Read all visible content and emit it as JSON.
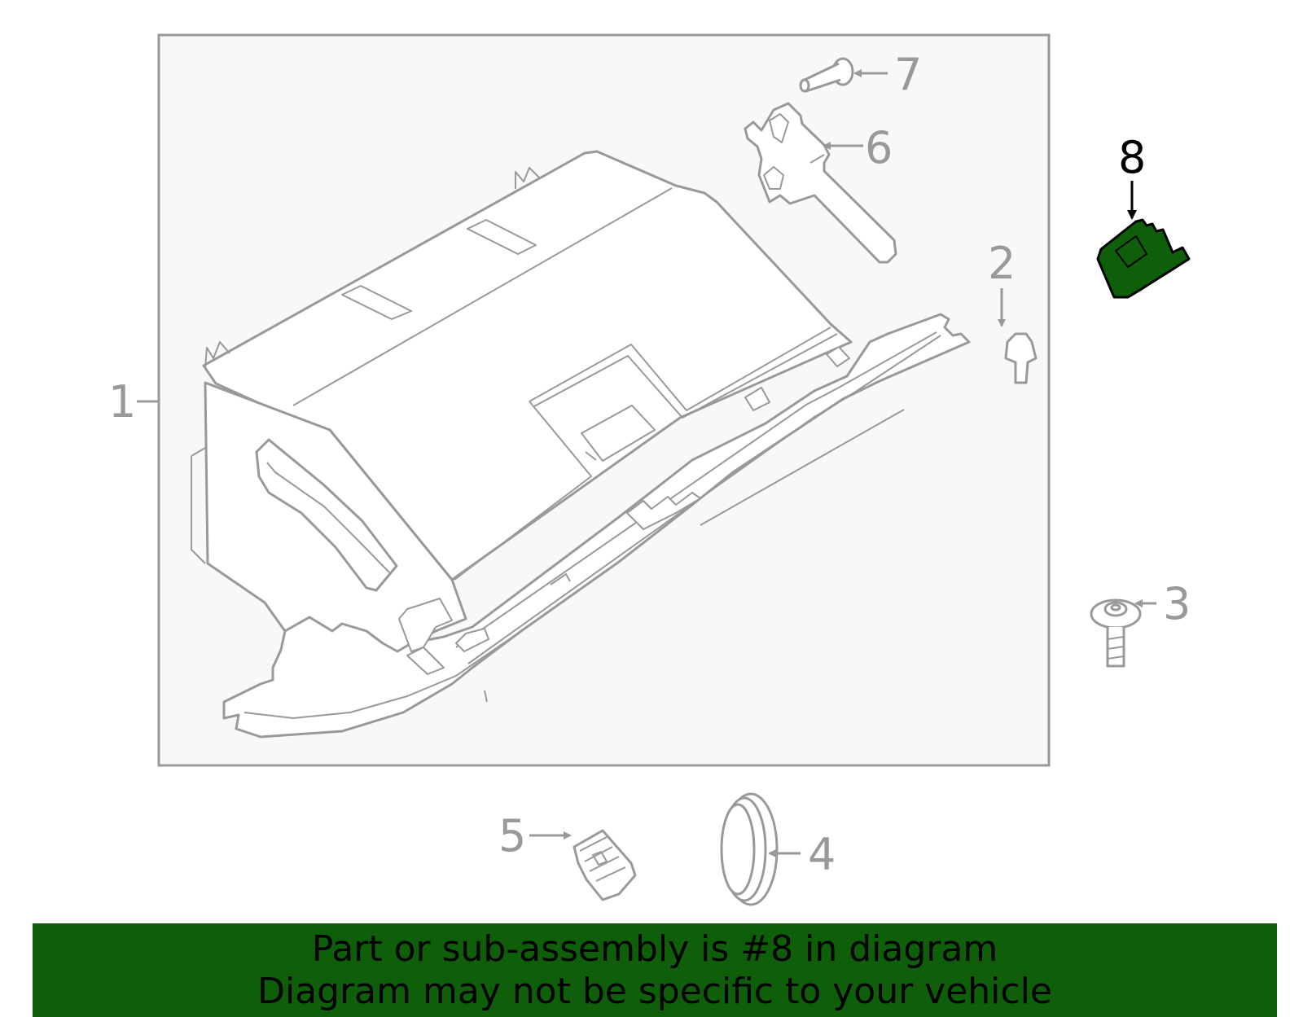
{
  "diagram": {
    "callouts": {
      "c1": "1",
      "c2": "2",
      "c3": "3",
      "c4": "4",
      "c5": "5",
      "c6": "6",
      "c7": "7",
      "c8": "8"
    },
    "highlight_part": "8",
    "colors": {
      "line": "#999999",
      "panel_fill": "#f8f8f8",
      "highlight": "#0f5e0a",
      "highlight_label": "#000000"
    }
  },
  "banner": {
    "line1": "Part or sub-assembly is #8 in diagram",
    "line2": "Diagram may not be specific to your vehicle",
    "background": "#0f5e0a"
  }
}
